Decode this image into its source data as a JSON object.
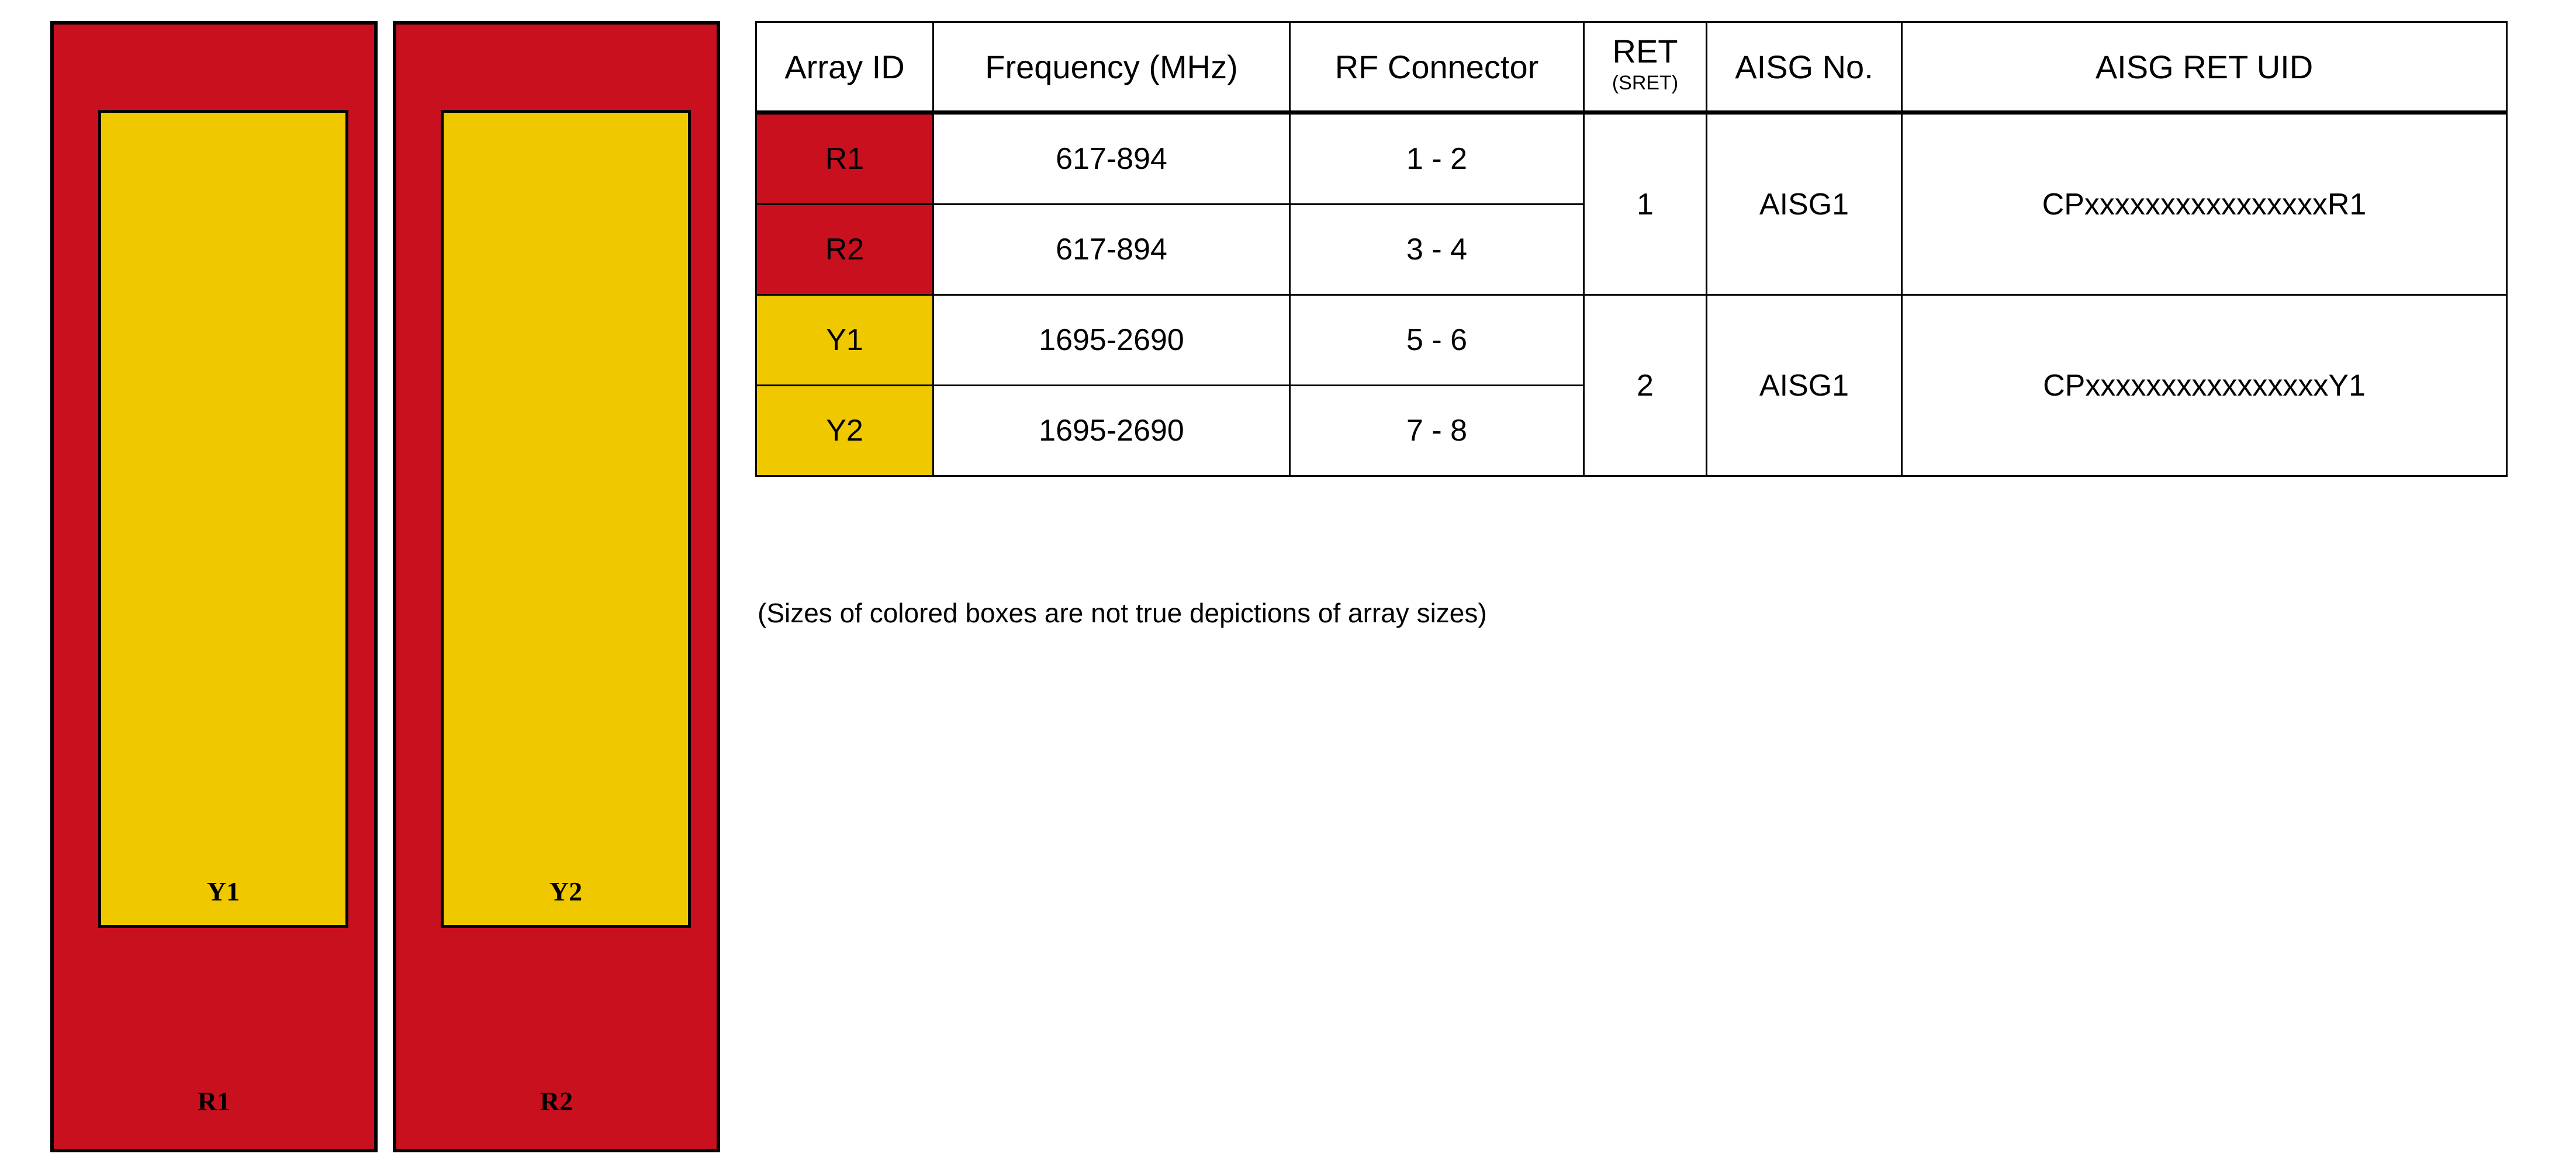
{
  "colors": {
    "red": "#C8101F",
    "yellow": "#EFC800",
    "border": "#000000",
    "background": "#FFFFFF"
  },
  "diagram": {
    "panels": [
      {
        "outer_label": "R1",
        "inner_label": "Y1",
        "outer_color": "#C8101F",
        "inner_color": "#EFC800"
      },
      {
        "outer_label": "R2",
        "inner_label": "Y2",
        "outer_color": "#C8101F",
        "inner_color": "#EFC800"
      }
    ]
  },
  "table": {
    "headers": {
      "array_id": "Array ID",
      "frequency": "Frequency (MHz)",
      "rf_connector": "RF Connector",
      "ret_main": "RET",
      "ret_sub": "(SRET)",
      "aisg_no": "AISG No.",
      "aisg_ret_uid": "AISG RET UID"
    },
    "rows": [
      {
        "array_id": "R1",
        "array_id_fill": "#C8101F",
        "frequency": "617-894",
        "rf_connector": "1 - 2",
        "ret": "1",
        "aisg_no": "AISG1",
        "aisg_ret_uid": "CPxxxxxxxxxxxxxxxxR1"
      },
      {
        "array_id": "R2",
        "array_id_fill": "#C8101F",
        "frequency": "617-894",
        "rf_connector": "3 - 4"
      },
      {
        "array_id": "Y1",
        "array_id_fill": "#EFC800",
        "frequency": "1695-2690",
        "rf_connector": "5 - 6",
        "ret": "2",
        "aisg_no": "AISG1",
        "aisg_ret_uid": "CPxxxxxxxxxxxxxxxxY1"
      },
      {
        "array_id": "Y2",
        "array_id_fill": "#EFC800",
        "frequency": "1695-2690",
        "rf_connector": "7 - 8"
      }
    ]
  },
  "caption": "(Sizes of colored boxes are not true depictions of array sizes)"
}
